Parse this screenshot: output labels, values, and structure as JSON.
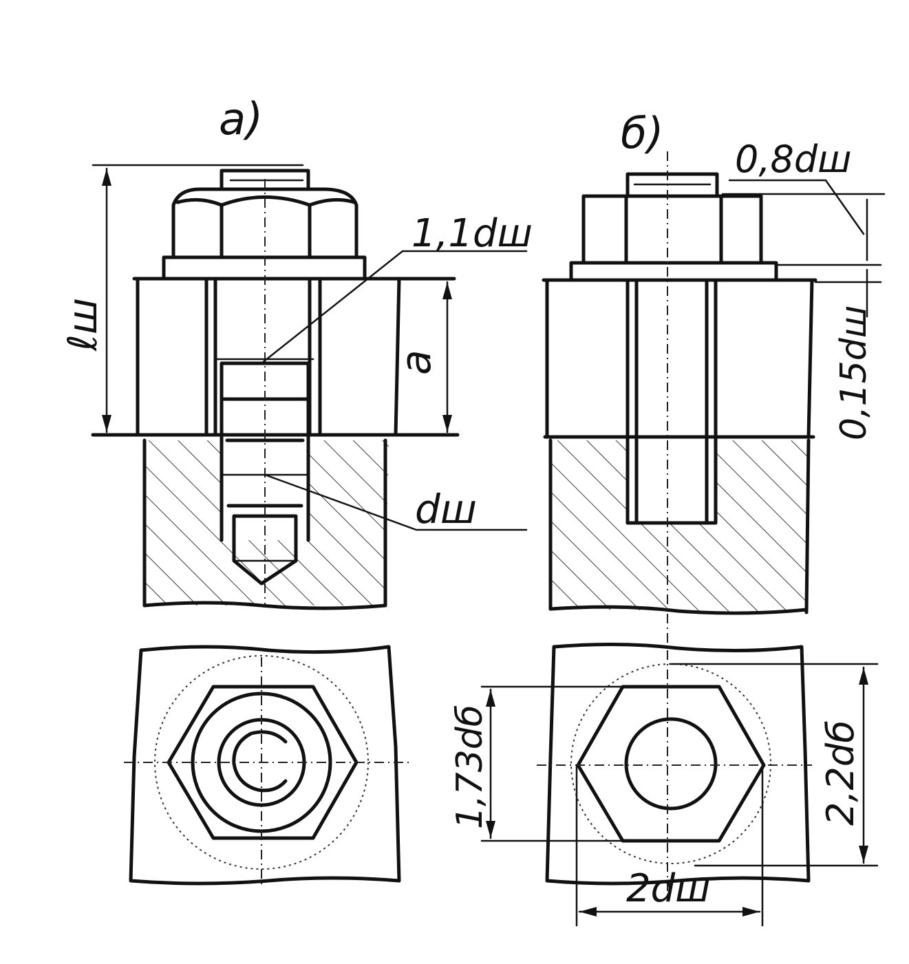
{
  "views": {
    "a_label": "а)",
    "b_label": "б)"
  },
  "dimensions": {
    "l_sh": "ℓш",
    "a": "а",
    "d_sh": "dш",
    "d_1_1": "1,1dш",
    "d_0_8": "0,8dш",
    "d_0_15": "0,15dш",
    "d_1_73": "1,73dб",
    "d_2_2": "2,2dб",
    "d_2": "2dш"
  },
  "colors": {
    "ink": "#111111",
    "paper": "#ffffff"
  }
}
